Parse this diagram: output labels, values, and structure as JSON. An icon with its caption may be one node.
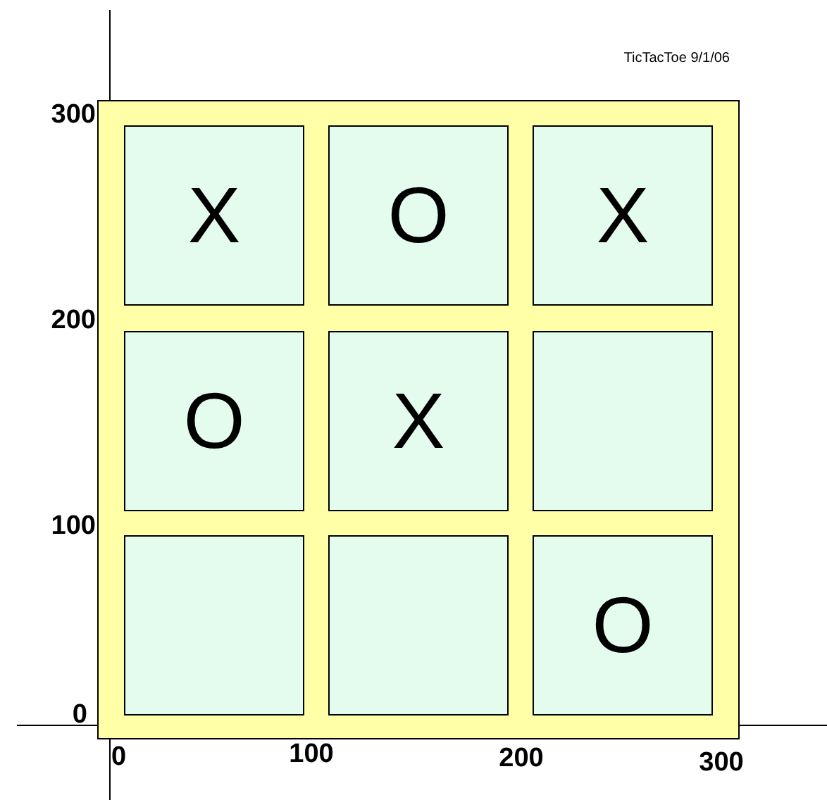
{
  "diagram": {
    "nodes": [
      {
        "text": [],
        "shape": "box"
      },
      {
        "text": [
          "X"
        ],
        "in": 0
      },
      {
        "text": [
          "O"
        ],
        "in": 0
      },
      {
        "text": [
          "X"
        ],
        "in": 0
      },
      {
        "text": [
          "O"
        ],
        "in": 0
      },
      {
        "text": [
          "X"
        ],
        "in": 0
      },
      {
        "text": [],
        "shape": "box",
        "in": 0
      },
      {
        "text": [],
        "shape": "box",
        "in": 0
      },
      {
        "text": [],
        "shape": "box",
        "in": 0
      },
      {
        "text": [
          "O"
        ],
        "in": 0
      }
    ],
    "labels": [
      "TicTacToe  9/1/06",
      "300",
      "200",
      "100",
      "0",
      "0",
      "100",
      "200",
      "300"
    ]
  }
}
